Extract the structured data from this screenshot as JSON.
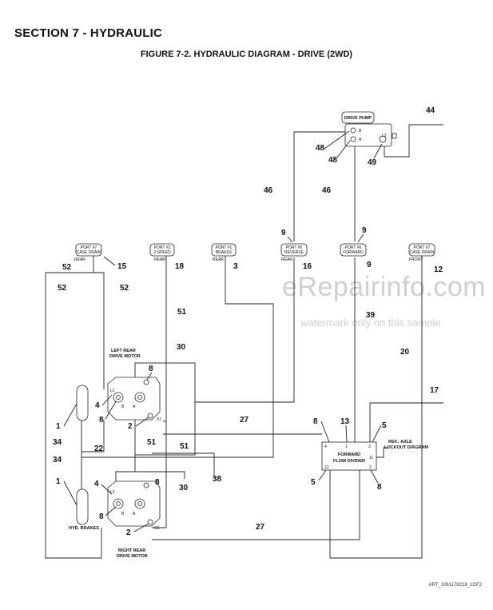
{
  "header": {
    "section_title": "SECTION 7 - HYDRAULIC",
    "figure_title": "FIGURE 7-2. HYDRAULIC DIAGRAM - DRIVE (2WD)"
  },
  "watermark": {
    "site": "eRepairinfo.com",
    "note": "watermark only on this sample"
  },
  "footer": {
    "art_code": "ART_1061178218_1OF2"
  },
  "drive_pump": {
    "label": "DRIVE PUMP",
    "port_b": "B",
    "port_a": "A",
    "port_l2": "L2"
  },
  "ports": [
    {
      "title": "PORT #7",
      "subtitle": "CASE DRAIN",
      "side": "REAR",
      "callout": "15"
    },
    {
      "title": "PORT #2",
      "subtitle": "2-SPEED",
      "side": "REAR",
      "callout": "18"
    },
    {
      "title": "PORT #1",
      "subtitle": "BRAKES",
      "side": "REAR",
      "callout": "3"
    },
    {
      "title": "PORT #5",
      "subtitle": "REVERSE",
      "side": "REAR",
      "callout": "16"
    },
    {
      "title": "PORT #6",
      "subtitle": "FORWARD",
      "side": "",
      "callout": "9"
    },
    {
      "title": "PORT #7",
      "subtitle": "CASE DRAIN",
      "side": "FRONT",
      "callout": "12"
    }
  ],
  "components": {
    "left_rear_motor": "LEFT REAR DRIVE MOTOR",
    "left_rear_motor_l1": "LEFT REAR",
    "left_rear_motor_l2": "DRIVE MOTOR",
    "right_rear_motor_l1": "RIGHT REAR",
    "right_rear_motor_l2": "DRIVE MOTOR",
    "hyd_brakes": "HYD. BRAKES",
    "flow_divider_l1": "FORWARD",
    "flow_divider_l2": "FLOW DIVIDER",
    "ref_l1": "REF.: AXLE",
    "ref_l2": "LOCKOUT DIAGRAM",
    "motor_ports": {
      "l2": "L2",
      "b": "B",
      "a": "A",
      "x1": "X1",
      "g1": "G1"
    },
    "divider_ports": {
      "p4": "4",
      "p1": "1",
      "p3": "3",
      "p11": "11",
      "p12": "12",
      "p2": "2"
    }
  },
  "callouts": {
    "c44": "44",
    "c48a": "48",
    "c48b": "48",
    "c49": "49",
    "c46a": "46",
    "c46b": "46",
    "c9a": "9",
    "c9b": "9",
    "c52a": "52",
    "c52b": "52",
    "c52c": "52",
    "c51a": "51",
    "c51b": "51",
    "c51c": "51",
    "c30a": "30",
    "c30b": "30",
    "c39": "39",
    "c20": "20",
    "c17": "17",
    "c27a": "27",
    "c27b": "27",
    "c38": "38",
    "c8a": "8",
    "c8b": "8",
    "c8c": "8",
    "c8d": "8",
    "c8e": "8",
    "c4a": "4",
    "c4b": "4",
    "c2a": "2",
    "c2b": "2",
    "c1a": "1",
    "c1b": "1",
    "c34a": "34",
    "c34b": "34",
    "c22": "22",
    "c13": "13",
    "c5a": "5",
    "c5b": "5"
  }
}
